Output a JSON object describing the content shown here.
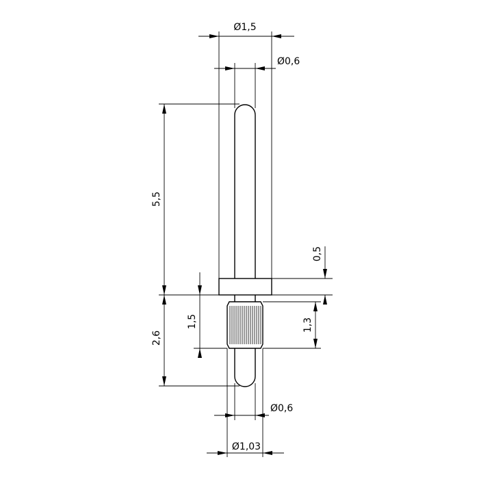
{
  "dimensions": {
    "top_outer_diameter": "Ø1,5",
    "top_pin_diameter": "Ø0,6",
    "upper_pin_length": "5,5",
    "collar_thickness": "0,5",
    "lower_overall_length": "2,6",
    "lower_section_length": "1,5",
    "knurl_length": "1,3",
    "bottom_pin_diameter": "Ø0,6",
    "knurl_diameter": "Ø1,03"
  }
}
